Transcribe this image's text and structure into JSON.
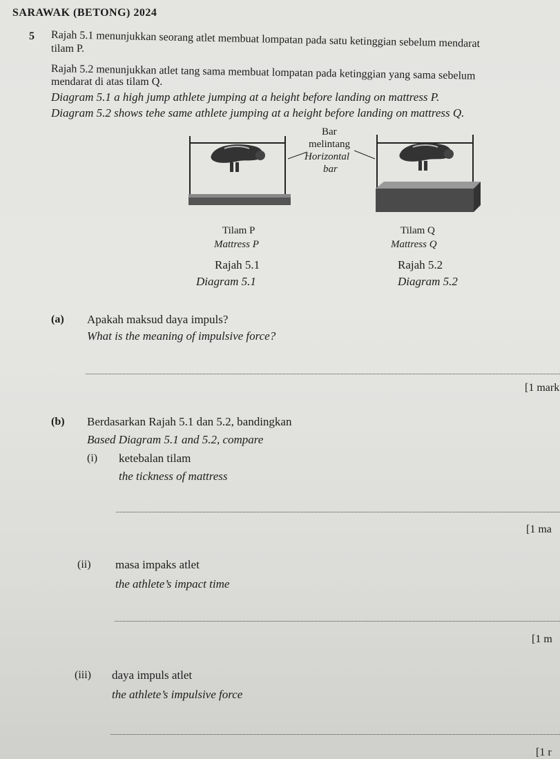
{
  "header": {
    "exam": "SARAWAK (BETONG) 2024"
  },
  "question": {
    "number": "5",
    "intro_ms_1": "Rajah 5.1 menunjukkan seorang atlet membuat lompatan pada satu ketinggian sebelum mendarat",
    "intro_ms_1b": "tilam P.",
    "intro_ms_2": "Rajah 5.2 menunjukkan atlet tang sama membuat lompatan pada ketinggian yang sama sebelum",
    "intro_ms_2b": "mendarat di atas tilam Q.",
    "intro_en_1": "Diagram 5.1 a high jump athlete jumping at a height before landing on mattress P.",
    "intro_en_2": "Diagram 5.2 shows tehe same athlete jumping at a height before landing on mattress Q."
  },
  "figure": {
    "bar_label_ms": "Bar",
    "bar_label_ms2": "melintang",
    "bar_label_en": "Horizontal",
    "bar_label_en2": "bar",
    "left": {
      "label_ms": "Tilam P",
      "label_en": "Mattress P",
      "caption_ms": "Rajah 5.1",
      "caption_en": "Diagram 5.1"
    },
    "right": {
      "label_ms": "Tilam Q",
      "label_en": "Mattress Q",
      "caption_ms": "Rajah 5.2",
      "caption_en": "Diagram 5.2"
    }
  },
  "parts": {
    "a": {
      "label": "(a)",
      "ms": "Apakah maksud daya impuls?",
      "en": "What is the meaning of impulsive force?",
      "marks": "[1 mark"
    },
    "b": {
      "label": "(b)",
      "ms": "Berdasarkan Rajah 5.1 dan 5.2, bandingkan",
      "en": "Based Diagram 5.1 and 5.2, compare",
      "i": {
        "label": "(i)",
        "ms": "ketebalan tilam",
        "en": "the tickness of mattress",
        "marks": "[1 ma"
      },
      "ii": {
        "label": "(ii)",
        "ms": "masa impaks atlet",
        "en": "the athlete’s impact time",
        "marks": "[1 m"
      },
      "iii": {
        "label": "(iii)",
        "ms": "daya impuls atlet",
        "en": "the athlete’s impulsive force",
        "marks": "[1 r"
      }
    }
  }
}
